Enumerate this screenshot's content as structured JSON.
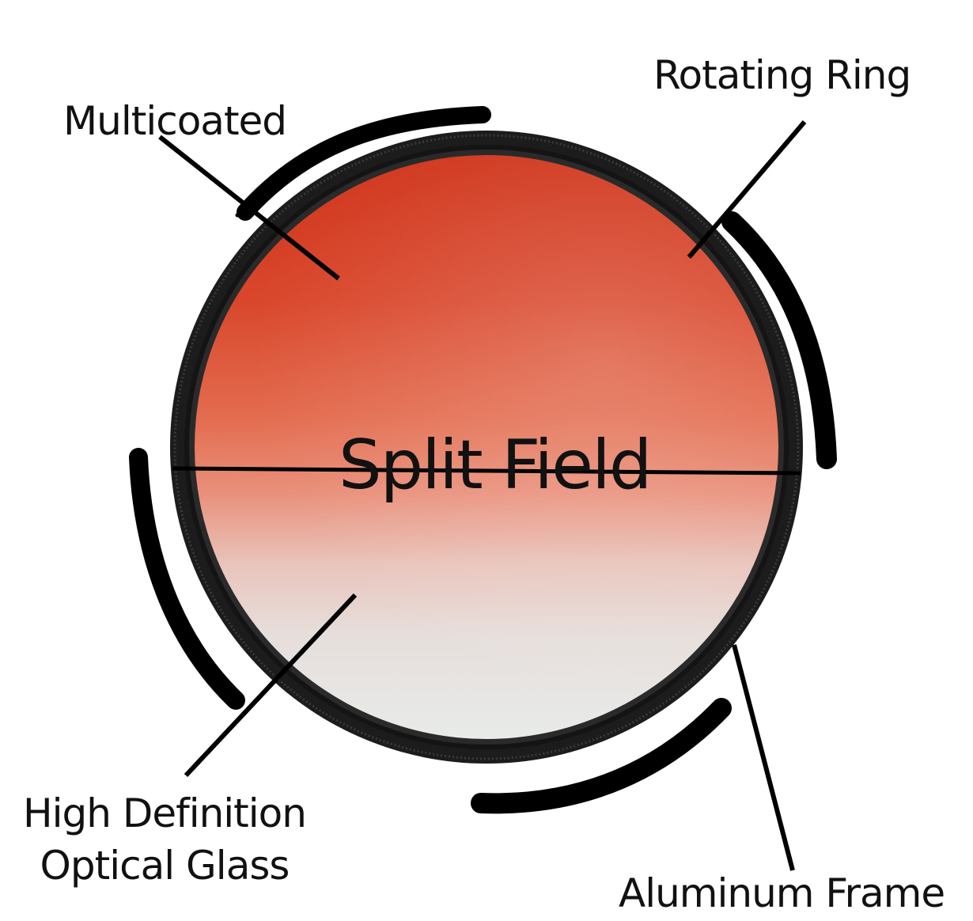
{
  "labels": {
    "multicoated": "Multicoated",
    "rotating_ring": "Rotating Ring",
    "hd_glass_line1": "High Definition",
    "hd_glass_line2": "Optical Glass",
    "aluminum_frame": "Aluminum Frame",
    "split_field": "Split Field"
  },
  "colors": {
    "filter_top": "#d23a22",
    "filter_mid": "#e8836a",
    "filter_bottom": "#e9ecea",
    "frame": "#1a1a1a",
    "text": "#111111"
  }
}
